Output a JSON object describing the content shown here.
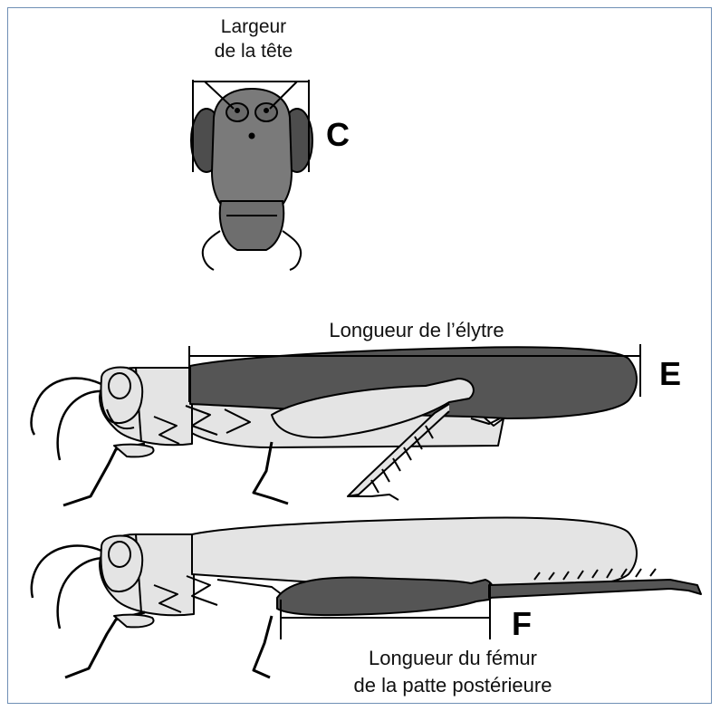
{
  "labels": {
    "head_width_line1": "Largeur",
    "head_width_line2": "de la tête",
    "head_letter": "C",
    "elytra_length": "Longueur de l’élytre",
    "elytra_letter": "E",
    "femur_line1": "Longueur du fémur",
    "femur_line2": "de la patte postérieure",
    "femur_letter": "F"
  },
  "colors": {
    "frame_border": "#6f8fb5",
    "dark_fill": "#555555",
    "light_fill": "#e4e4e4",
    "head_fill": "#7a7a7a",
    "outline": "#000000"
  }
}
